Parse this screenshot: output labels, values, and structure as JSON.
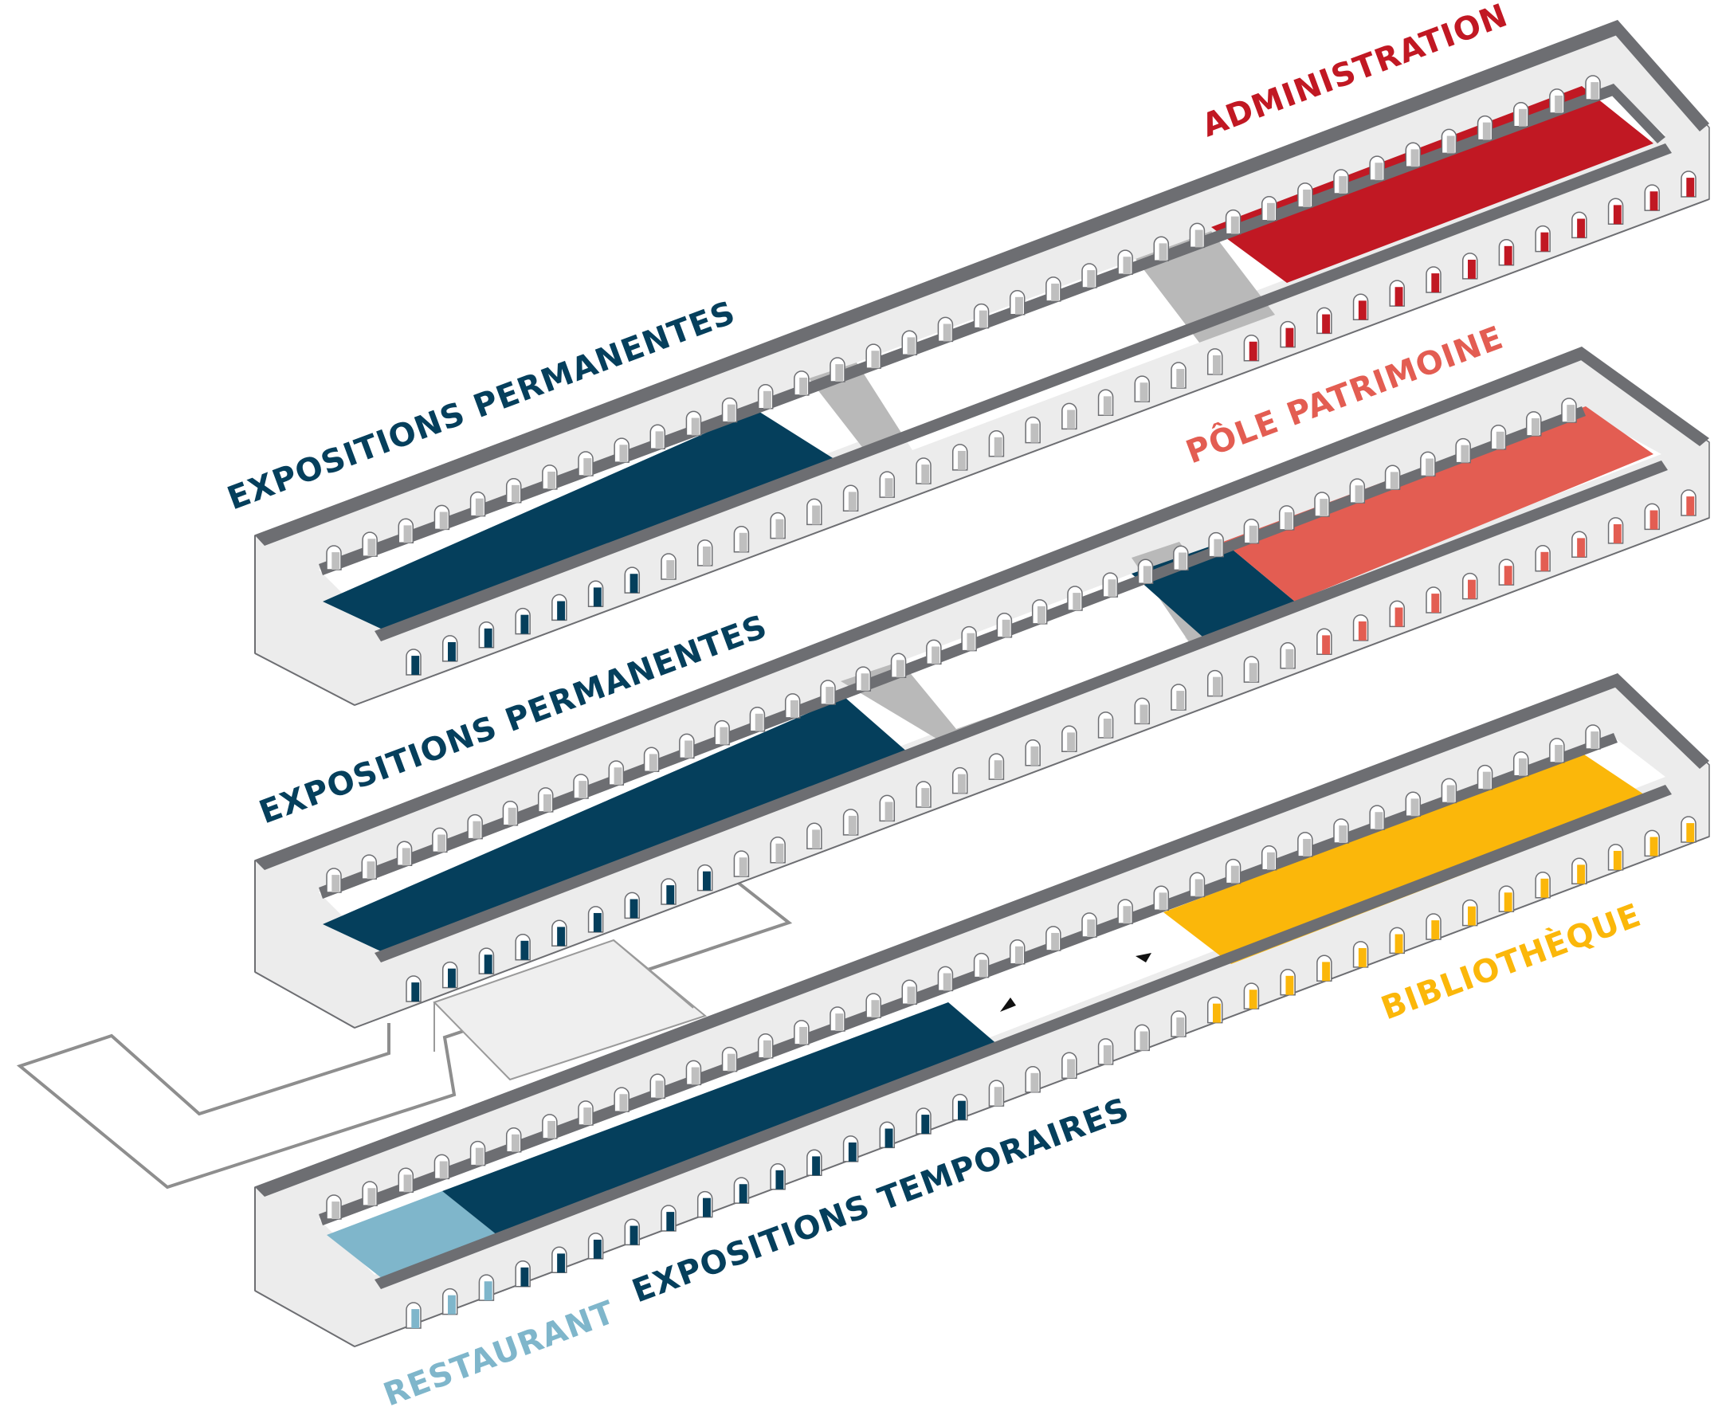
{
  "labels": {
    "administration": "ADMINISTRATION",
    "expo_perm_top": "EXPOSITIONS PERMANENTES",
    "pole_patrimoine": "PÔLE PATRIMOINE",
    "expo_perm_mid": "EXPOSITIONS PERMANENTES",
    "bibliotheque": "BIBLIOTHÈQUE",
    "expo_temp": "EXPOSITIONS TEMPORAIRES",
    "restaurant": "RESTAURANT"
  },
  "colors": {
    "expositions": "#053f5c",
    "administration": "#c11823",
    "pole_patrimoine": "#e35d52",
    "bibliotheque": "#fbb70a",
    "restaurant": "#7fb6cb",
    "walls": "#6d6e72",
    "wall_face": "#ececec",
    "circulation": "#b7b7b7"
  }
}
